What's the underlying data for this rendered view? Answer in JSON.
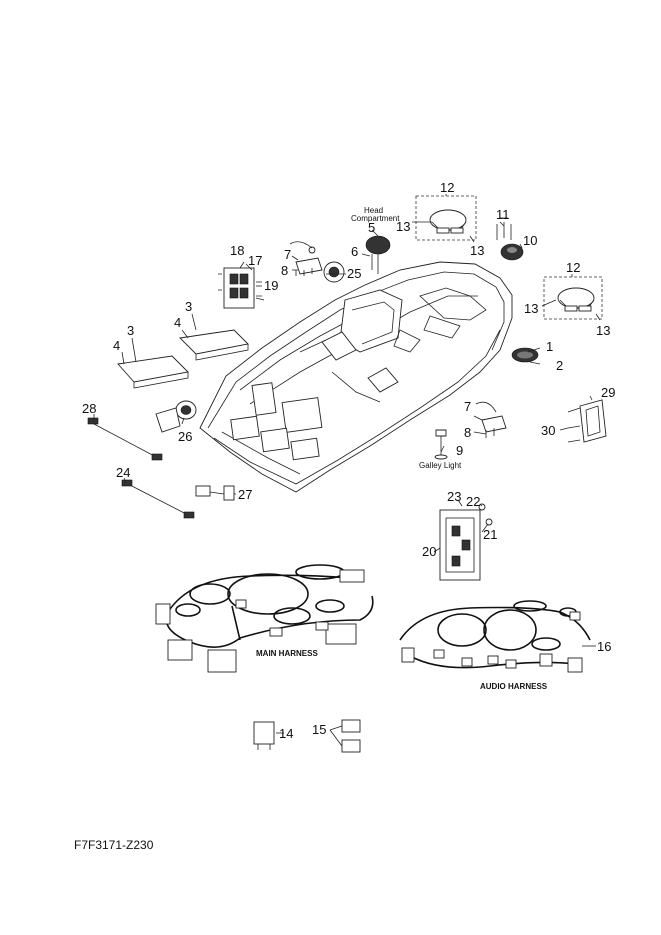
{
  "callouts": {
    "c1": "1",
    "c2": "2",
    "c3a": "3",
    "c3b": "3",
    "c4a": "4",
    "c4b": "4",
    "c5": "5",
    "c6": "6",
    "c7a": "7",
    "c7b": "7",
    "c8a": "8",
    "c8b": "8",
    "c9": "9",
    "c10": "10",
    "c11": "11",
    "c12a": "12",
    "c12b": "12",
    "c13a": "13",
    "c13b": "13",
    "c13c": "13",
    "c13d": "13",
    "c14": "14",
    "c15": "15",
    "c16": "16",
    "c17": "17",
    "c18": "18",
    "c19": "19",
    "c20": "20",
    "c21": "21",
    "c22": "22",
    "c23": "23",
    "c24": "24",
    "c25": "25",
    "c26": "26",
    "c27": "27",
    "c28": "28",
    "c29": "29",
    "c30": "30"
  },
  "notes": {
    "head_line1": "Head",
    "head_line2": "Compartment",
    "galley_light": "Galley Light"
  },
  "harness_labels": {
    "main": "MAIN HARNESS",
    "audio": "AUDIO HARNESS"
  },
  "diagram_code": "F7F3171-Z230",
  "icons": [
    "boat-hull-icon",
    "wiring-harness-icon",
    "light-fixture-icon",
    "relay-icon",
    "connector-icon",
    "tray-icon",
    "screw-icon"
  ]
}
